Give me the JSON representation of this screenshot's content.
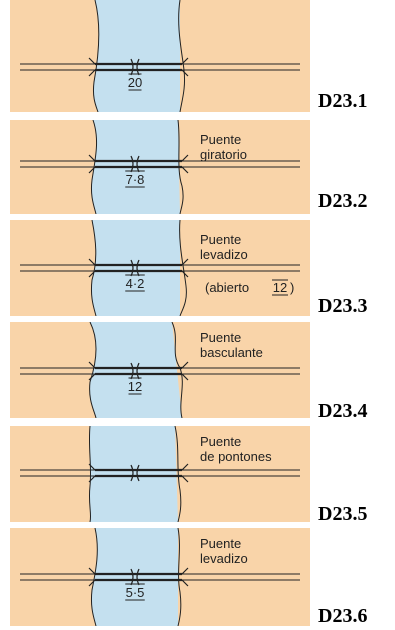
{
  "colors": {
    "land": "#f9d4a9",
    "water": "#c4e0ef",
    "line": "#222222"
  },
  "panels": [
    {
      "code": "D23.1",
      "name": "",
      "name2": "",
      "height": "20",
      "note": "",
      "note_height": "",
      "pontoon": false
    },
    {
      "code": "D23.2",
      "name": "Puente",
      "name2": "giratorio",
      "height": "7·8",
      "note": "",
      "note_height": "",
      "pontoon": false
    },
    {
      "code": "D23.3",
      "name": "Puente",
      "name2": "levadizo",
      "height": "4·2",
      "note": "(abierto",
      "note_height": "12",
      "pontoon": false
    },
    {
      "code": "D23.4",
      "name": "Puente",
      "name2": "basculante",
      "height": "12",
      "note": "",
      "note_height": "",
      "pontoon": false
    },
    {
      "code": "D23.5",
      "name": "Puente",
      "name2": "de pontones",
      "height": "",
      "note": "",
      "note_height": "",
      "pontoon": true
    },
    {
      "code": "D23.6",
      "name": "Puente",
      "name2": "levadizo",
      "height": "5·5",
      "note": "",
      "note_height": "",
      "pontoon": false
    }
  ]
}
